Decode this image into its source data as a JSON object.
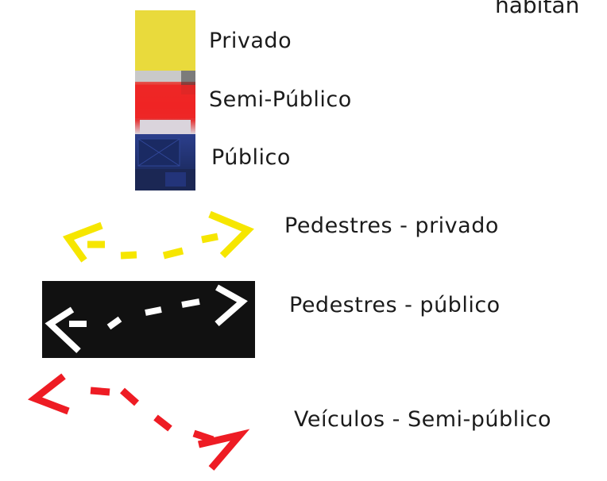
{
  "clipped_heading": "habitan",
  "colors": {
    "private": "#e9da3c",
    "semi_public": "#ef2424",
    "public": "#1f2f6a",
    "pedestrian_private_arrow": "#f6e600",
    "pedestrian_public_arrow": "#ffffff",
    "pedestrian_public_background": "#111111",
    "vehicle_arrow": "#ee1c24"
  },
  "zones": [
    {
      "label": "Privado",
      "swatch": "yellow"
    },
    {
      "label": "Semi-Público",
      "swatch": "red"
    },
    {
      "label": "Público",
      "swatch": "blue"
    }
  ],
  "flows": [
    {
      "label": "Pedestres - privado",
      "icon": "yellow-dashed-double-arrow-icon"
    },
    {
      "label": "Pedestres - público",
      "icon": "white-dashed-double-arrow-icon"
    },
    {
      "label": "Veículos - Semi-público",
      "icon": "red-dashed-double-arrow-icon"
    }
  ]
}
